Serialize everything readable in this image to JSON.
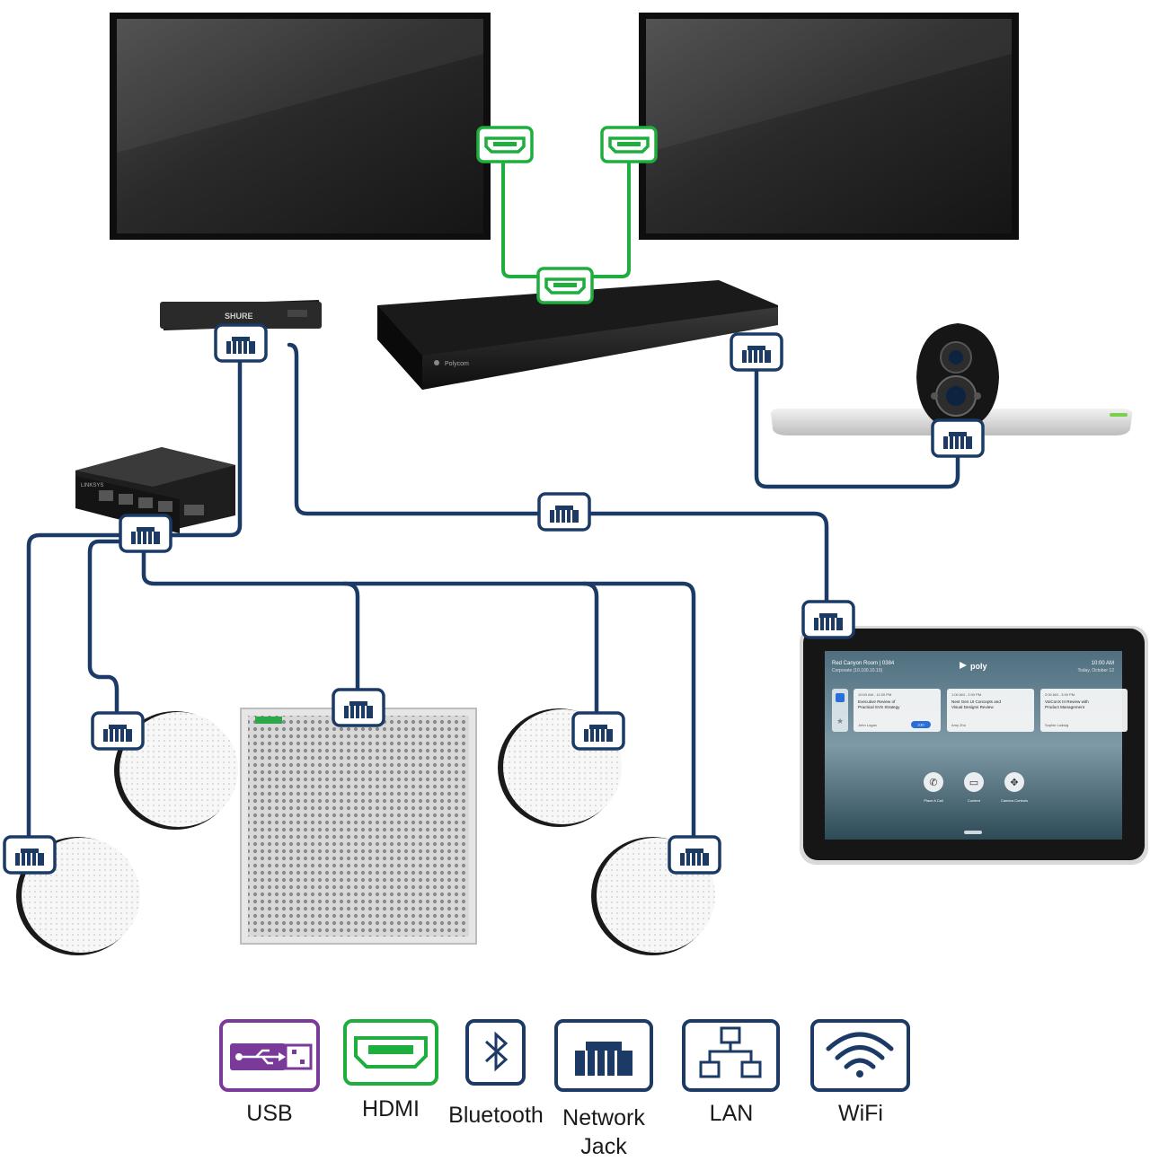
{
  "devices": {
    "display_left": {
      "name": "display"
    },
    "display_right": {
      "name": "display"
    },
    "codec": {
      "brand_text": "Polycom"
    },
    "dsp": {
      "brand_text": "SHURE"
    },
    "camera": {
      "name": "video bar"
    },
    "switch": {
      "brand_text": "LINKSYS"
    },
    "touch_controller": {
      "room_name": "Red Canyon Room | 0384",
      "room_sub": "Corporate (10.100.10.10)",
      "brand": "poly",
      "time": "10:00 AM",
      "date": "Today, October 12",
      "meetings": [
        {
          "time": "10:00 AM - 11:00 PM",
          "title": "Executive Review of Practical SVS Strategy",
          "organizer": "John Logan",
          "action": "Join"
        },
        {
          "time": "1:00 AM - 2:00 PM",
          "title": "Next Gen UI Concepts and Visual Designs Review",
          "organizer": "Amy Zhu",
          "action": ""
        },
        {
          "time": "2:00 AM - 3:00 PM",
          "title": "VoiConX III Review with Product Management",
          "organizer": "Sophie Ludwig",
          "action": ""
        }
      ],
      "buttons": [
        {
          "label": "Place A Call",
          "icon": "phone-icon"
        },
        {
          "label": "Content",
          "icon": "share-screen-icon"
        },
        {
          "label": "Camera Controls",
          "icon": "camera-control-icon"
        }
      ]
    }
  },
  "colors": {
    "network": "#1b3a66",
    "hdmi": "#1fae3e",
    "usb": "#7a3a9a",
    "legend_border": "#1b3a66"
  },
  "legend": [
    {
      "key": "usb",
      "label": "USB",
      "icon": "usb-icon"
    },
    {
      "key": "hdmi",
      "label": "HDMI",
      "icon": "hdmi-icon"
    },
    {
      "key": "bluetooth",
      "label": "Bluetooth",
      "icon": "bluetooth-icon"
    },
    {
      "key": "network",
      "label": "Network\nJack",
      "icon": "network-jack-icon"
    },
    {
      "key": "lan",
      "label": "LAN",
      "icon": "lan-icon"
    },
    {
      "key": "wifi",
      "label": "WiFi",
      "icon": "wifi-icon"
    }
  ]
}
